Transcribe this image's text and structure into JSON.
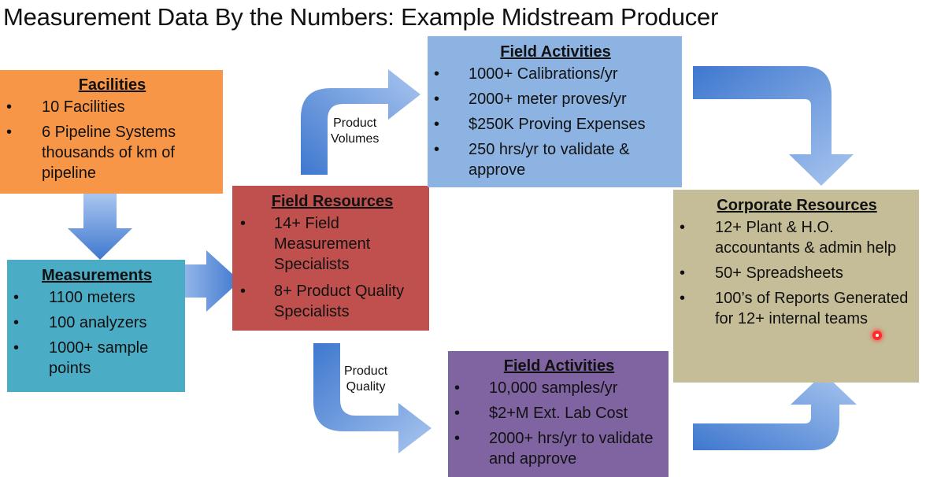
{
  "title": "Measurement Data By the Numbers: Example Midstream Producer",
  "colors": {
    "facilities": "#f79646",
    "measurements": "#4bacc6",
    "field_resources": "#c0504d",
    "field_activities_top": "#8db3e2",
    "field_activities_bottom": "#8064a2",
    "corporate_resources": "#c4bd97",
    "arrow": "#5b8fd9"
  },
  "facilities": {
    "heading": "Facilities",
    "items": [
      "10 Facilities",
      "6 Pipeline Systems thousands of km of pipeline"
    ]
  },
  "measurements": {
    "heading": "Measurements",
    "items": [
      "1100 meters",
      "100 analyzers",
      "1000+ sample points"
    ]
  },
  "field_resources": {
    "heading": "Field Resources",
    "items": [
      "14+ Field Measurement Specialists",
      "8+ Product Quality Specialists"
    ]
  },
  "field_activities_top": {
    "heading": "Field Activities",
    "items": [
      "1000+ Calibrations/yr",
      "2000+ meter proves/yr",
      "$250K Proving Expenses",
      "250 hrs/yr to validate & approve"
    ]
  },
  "field_activities_bottom": {
    "heading": "Field Activities",
    "items": [
      "10,000 samples/yr",
      "$2+M Ext. Lab Cost",
      "2000+ hrs/yr to validate and approve"
    ]
  },
  "corporate_resources": {
    "heading": "Corporate Resources",
    "items": [
      "12+ Plant & H.O. accountants & admin help",
      "50+ Spreadsheets",
      "100’s of Reports Generated for 12+ internal teams"
    ]
  },
  "arrow_labels": {
    "product_volumes": [
      "Product",
      "Volumes"
    ],
    "product_quality": [
      "Product",
      "Quality"
    ]
  },
  "bullet": "•"
}
